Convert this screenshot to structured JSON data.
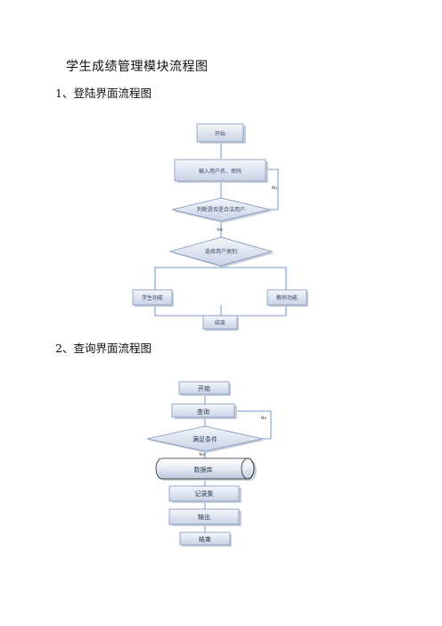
{
  "doc": {
    "title": "学生成绩管理模块流程图",
    "section1": "1、登陆界面流程图",
    "section2": "2、查询界面流程图"
  },
  "flow1": {
    "start": "开始",
    "input": "输入用户名、密码",
    "check": "判断是否是合法用户",
    "choice": "选择用户类别",
    "student": "学生功能",
    "teacher": "教师功能",
    "end": "结束",
    "no": "No",
    "yes": "Yes"
  },
  "flow2": {
    "start": "开始",
    "query": "查询",
    "condition": "满足条件",
    "database": "数据库",
    "records": "记录集",
    "output": "输出",
    "end": "结束",
    "no": "No",
    "yes": "Yes"
  }
}
